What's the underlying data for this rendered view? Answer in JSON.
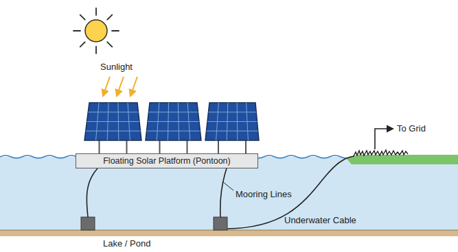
{
  "diagram": {
    "nodes": [
      {
        "text": [
          "Floating Solar Platform (Pontoon)"
        ]
      }
    ],
    "labels": [
      "Sunlight",
      "Mooring Lines",
      "Underwater Cable",
      "To Grid",
      "Lake / Pond"
    ]
  }
}
